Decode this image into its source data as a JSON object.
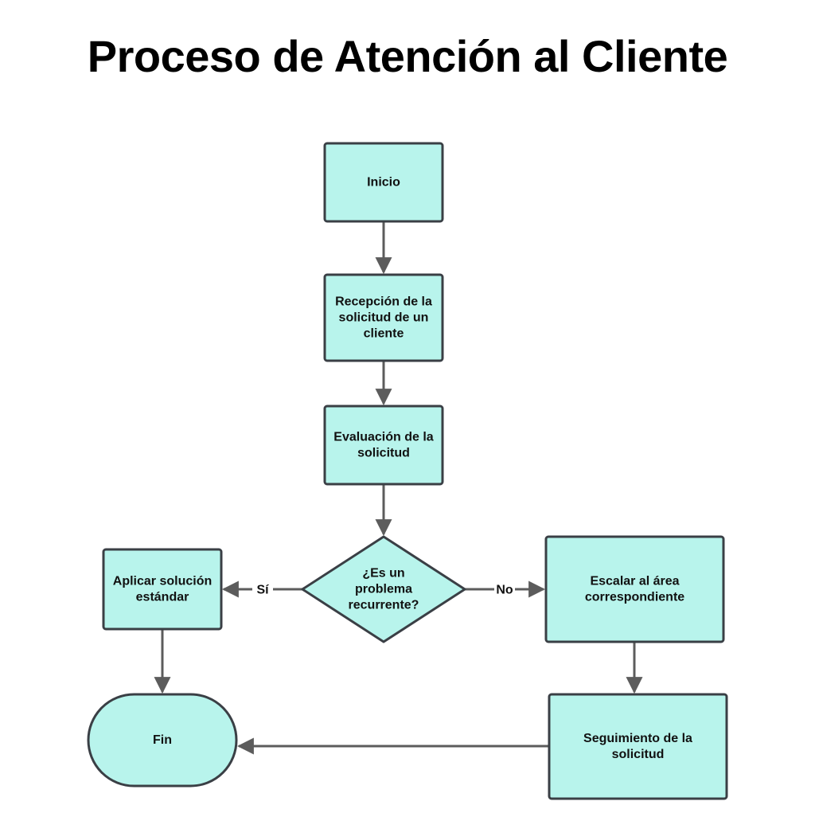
{
  "title": "Proceso de Atención al Cliente",
  "colors": {
    "node_fill": "#b8f4ec",
    "node_stroke": "#3a3f45",
    "edge": "#5c5c5c",
    "text": "#111111"
  },
  "nodes": {
    "inicio": {
      "shape": "rectangle",
      "lines": [
        "Inicio"
      ]
    },
    "recepcion": {
      "shape": "rectangle",
      "lines": [
        "Recepción de la",
        "solicitud de un",
        "cliente"
      ]
    },
    "evaluacion": {
      "shape": "rectangle",
      "lines": [
        "Evaluación de la",
        "solicitud"
      ]
    },
    "decision": {
      "shape": "diamond",
      "lines": [
        "¿Es un",
        "problema",
        "recurrente?"
      ]
    },
    "aplicar": {
      "shape": "rectangle",
      "lines": [
        "Aplicar solución",
        "estándar"
      ]
    },
    "escalar": {
      "shape": "rectangle",
      "lines": [
        "Escalar al área",
        "correspondiente"
      ]
    },
    "fin": {
      "shape": "terminator",
      "lines": [
        "Fin"
      ]
    },
    "seguimiento": {
      "shape": "rectangle",
      "lines": [
        "Seguimiento de la",
        "solicitud"
      ]
    }
  },
  "edges": [
    {
      "from": "inicio",
      "to": "recepcion",
      "label": ""
    },
    {
      "from": "recepcion",
      "to": "evaluacion",
      "label": ""
    },
    {
      "from": "evaluacion",
      "to": "decision",
      "label": ""
    },
    {
      "from": "decision",
      "to": "aplicar",
      "label": "Sí"
    },
    {
      "from": "decision",
      "to": "escalar",
      "label": "No"
    },
    {
      "from": "aplicar",
      "to": "fin",
      "label": ""
    },
    {
      "from": "escalar",
      "to": "seguimiento",
      "label": ""
    },
    {
      "from": "seguimiento",
      "to": "fin",
      "label": ""
    }
  ]
}
